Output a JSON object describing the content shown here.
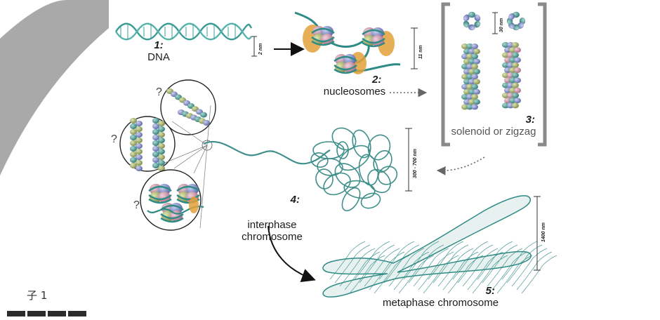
{
  "colors": {
    "dna": "#3a9c95",
    "fiber": "#3f8f8a",
    "chromosome": "#2f8b85",
    "histone_a": "#c58aa0",
    "histone_b": "#7a86c0",
    "histone_c": "#9aa866",
    "linker_orange": "#e2a03a",
    "bracket": "#8a8a8a",
    "gray_band": "#a9a9a9"
  },
  "stages": [
    {
      "num": "1:",
      "label": "DNA"
    },
    {
      "num": "2:",
      "label": "nucleosomes"
    },
    {
      "num": "3:",
      "label": "solenoid or zigzag"
    },
    {
      "num": "4:",
      "label": "interphase\nchromosome"
    },
    {
      "num": "5:",
      "label": "metaphase chromosome"
    }
  ],
  "scales": {
    "dna": "2 nm",
    "nucleosome": "11 nm",
    "solenoid": "30 nm",
    "interphase": "300 - 700 nm",
    "metaphase": "1400 nm"
  },
  "question_mark": "?",
  "corner_text": "子 1"
}
